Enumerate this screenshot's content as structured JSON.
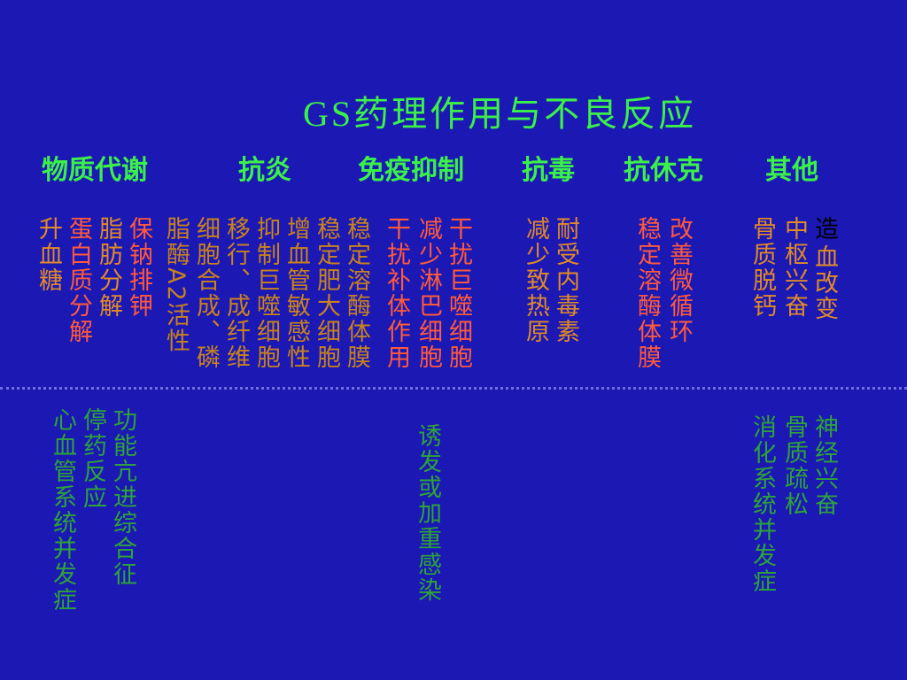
{
  "title": "GS药理作用与不良反应",
  "categories": [
    "物质代谢",
    "抗炎",
    "免疫抑制",
    "抗毒",
    "抗休克",
    "其他"
  ],
  "effects": [
    {
      "text": "保钠排钾",
      "color": "#ff5a3c"
    },
    {
      "text": "脂肪分解",
      "color": "#e08a28"
    },
    {
      "text": "蛋白质分解",
      "color": "#ff5a3c"
    },
    {
      "text": "升血糖",
      "color": "#e08a28"
    },
    {
      "text": "脂酶A2活性",
      "color": "#c8821e"
    },
    {
      "text": "细胞合成、磷",
      "color": "#c8821e"
    },
    {
      "text": "移行、成纤维",
      "color": "#c8821e"
    },
    {
      "text": "抑制巨噬细胞",
      "color": "#c8821e"
    },
    {
      "text": "增血管敏感性",
      "color": "#c8821e"
    },
    {
      "text": "稳定肥大细胞",
      "color": "#c8821e"
    },
    {
      "text": "稳定溶酶体膜",
      "color": "#c8821e"
    },
    {
      "text": "干扰补体作用",
      "color": "#ff5a3c"
    },
    {
      "text": "减少淋巴细胞",
      "color": "#ff5a3c"
    },
    {
      "text": "干扰巨噬细胞",
      "color": "#ff5a3c"
    },
    {
      "text": "减少致热原",
      "color": "#e08a28"
    },
    {
      "text": "耐受内毒素",
      "color": "#e08a28"
    },
    {
      "text": "稳定溶酶体膜",
      "color": "#ff5a3c"
    },
    {
      "text": "改善微循环",
      "color": "#ff5a3c"
    },
    {
      "text": "骨质脱钙",
      "color": "#e08a28"
    },
    {
      "text": "中枢兴奋",
      "color": "#e08a28"
    },
    {
      "text": "造",
      "color": "#000000"
    },
    {
      "text": "血改变",
      "color": "#e08a28"
    }
  ],
  "adverse": [
    {
      "text": "心血管系统并发症"
    },
    {
      "text": "停药反应"
    },
    {
      "text": "功能亢进综合征"
    },
    {
      "text": "诱发或加重感染"
    },
    {
      "text": "消化系统并发症"
    },
    {
      "text": "骨质疏松"
    },
    {
      "text": "神经兴奋"
    }
  ],
  "colors": {
    "background": "#1b18b4",
    "title": "#3cf04a",
    "adverse": "#2ea33a"
  }
}
